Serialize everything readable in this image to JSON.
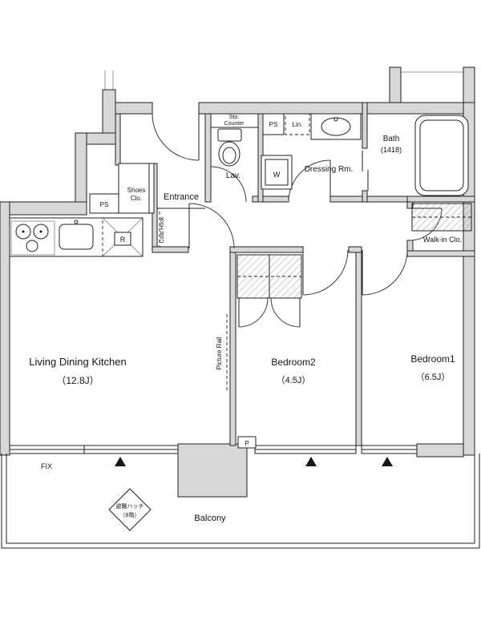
{
  "colors": {
    "wall_fill": "#d8d8d8",
    "line": "#1f1f1f",
    "bg": "#ffffff"
  },
  "rooms": {
    "ldk": {
      "name": "Living Dining Kitchen",
      "size": "（12.8J）"
    },
    "bedroom2": {
      "name": "Bedroom2",
      "size": "（4.5J）"
    },
    "bedroom1": {
      "name": "Bedroom1",
      "size": "（6.5J）"
    },
    "entrance": {
      "name": "Entrance"
    },
    "lavatory": {
      "name": "Lav."
    },
    "dressing_room": {
      "name": "Dressing Rm."
    },
    "bath": {
      "name": "Bath",
      "size": "(1418)"
    },
    "walk_in_closet": {
      "name": "Walk-in Clo."
    },
    "shoes_closet": {
      "line1": "Shoes",
      "line2": "Clo."
    },
    "balcony": {
      "name": "Balcony"
    }
  },
  "fixtures": {
    "ps_kitchen": "PS",
    "ps_dressing": "PS",
    "sto_line1": "Sto:",
    "sto_line2": "Counter",
    "linen": "Lin.",
    "washer": "W",
    "refrigerator": "R",
    "pillar": "P",
    "fix_window": "FIX",
    "picture_rail": "Picture Rail",
    "coat_hook": "Coat Hook",
    "hatch_line1": "避難ハッチ",
    "hatch_line2": "（8階）"
  }
}
